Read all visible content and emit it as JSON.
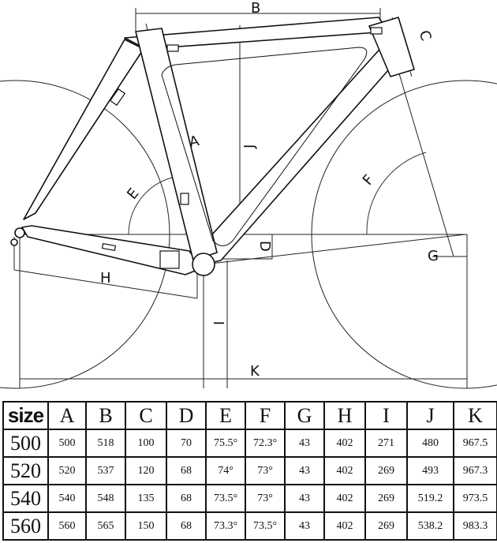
{
  "diagram": {
    "labels": {
      "A": "A",
      "B": "B",
      "C": "C",
      "D": "D",
      "E": "E",
      "F": "F",
      "G": "G",
      "H": "H",
      "I": "I",
      "J": "J",
      "K": "K"
    }
  },
  "table": {
    "headers": [
      "size",
      "A",
      "B",
      "C",
      "D",
      "E",
      "F",
      "G",
      "H",
      "I",
      "J",
      "K"
    ],
    "rows": [
      [
        "500",
        "500",
        "518",
        "100",
        "70",
        "75.5°",
        "72.3°",
        "43",
        "402",
        "271",
        "480",
        "967.5"
      ],
      [
        "520",
        "520",
        "537",
        "120",
        "68",
        "74°",
        "73°",
        "43",
        "402",
        "269",
        "493",
        "967.3"
      ],
      [
        "540",
        "540",
        "548",
        "135",
        "68",
        "73.5°",
        "73°",
        "43",
        "402",
        "269",
        "519.2",
        "973.5"
      ],
      [
        "560",
        "560",
        "565",
        "150",
        "68",
        "73.3°",
        "73.5°",
        "43",
        "402",
        "269",
        "538.2",
        "983.3"
      ]
    ]
  }
}
